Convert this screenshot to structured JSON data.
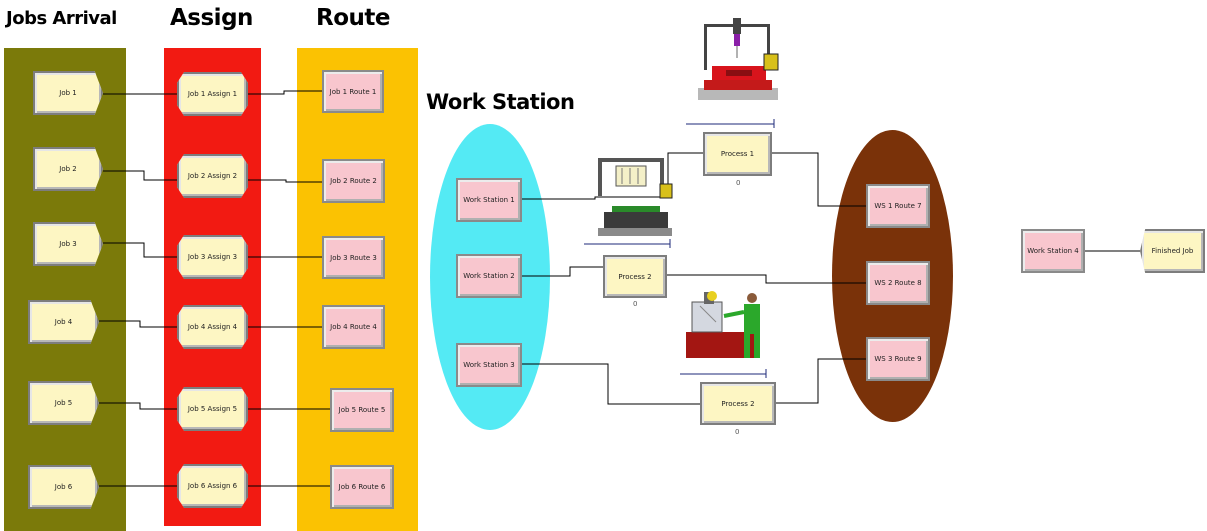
{
  "lanes": {
    "arrival_title": "Jobs Arrival",
    "assign_title": "Assign",
    "route_title": "Route",
    "station_title": "Work Station"
  },
  "colors": {
    "arrival_lane": "#7b7a0a",
    "assign_lane": "#f21a12",
    "route_lane": "#fbc202",
    "station_ellipse": "#54eaf4",
    "route_ellipse": "#7a3209"
  },
  "jobs": [
    "Job 1",
    "Job 2",
    "Job 3",
    "Job 4",
    "Job 5",
    "Job 6"
  ],
  "assigns": [
    "Job 1 Assign 1",
    "Job 2 Assign 2",
    "Job 3 Assign 3",
    "Job 4 Assign 4",
    "Job 5 Assign 5",
    "Job 6 Assign 6"
  ],
  "routes": [
    "Job 1 Route 1",
    "Job 2 Route 2",
    "Job 3 Route 3",
    "Job 4 Route 4",
    "Job 5 Route 5",
    "Job 6 Route 6"
  ],
  "stations": [
    "Work Station 1",
    "Work Station 2",
    "Work Station 3"
  ],
  "processes": [
    "Process 1",
    "Process 2",
    "Process 2"
  ],
  "ws_routes": [
    "WS 1 Route 7",
    "WS 2 Route 8",
    "WS 3 Route 9"
  ],
  "final_station": "Work Station 4",
  "dispose": "Finished Job",
  "queue_mark": "0",
  "icons": [
    "drill-press-icon",
    "stamping-press-icon",
    "welder-worker-icon"
  ]
}
